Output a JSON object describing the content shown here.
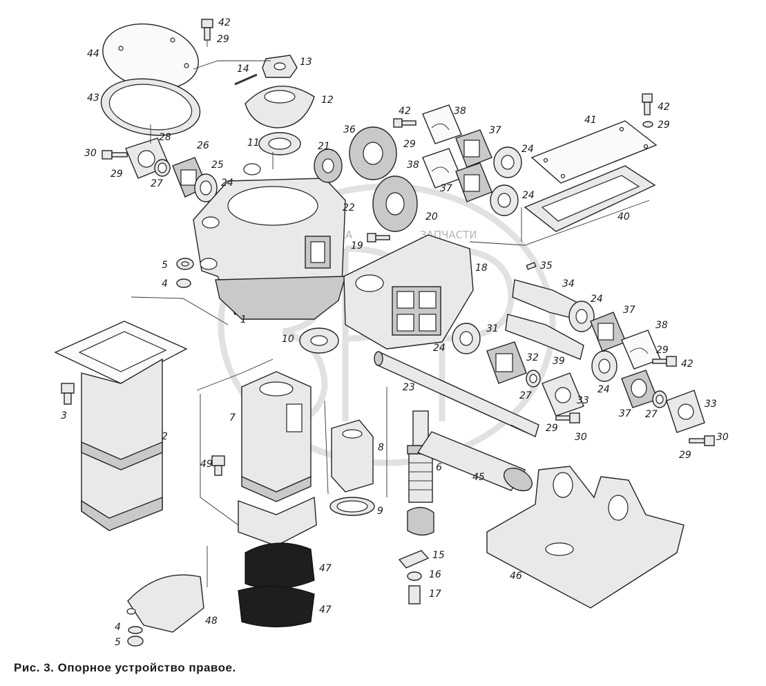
{
  "caption": "Рис. 3. Опорное устройство правое.",
  "watermark": {
    "left": "ИКА",
    "right": "ЗАПЧАСТИ"
  },
  "callouts": [
    "42",
    "29",
    "44",
    "43",
    "14",
    "13",
    "12",
    "11",
    "28",
    "30",
    "29",
    "27",
    "26",
    "25",
    "24",
    "36",
    "21",
    "22",
    "42",
    "29",
    "38",
    "38",
    "37",
    "37",
    "24",
    "24",
    "41",
    "42",
    "29",
    "40",
    "20",
    "19",
    "5",
    "4",
    "18",
    "35",
    "34",
    "24",
    "37",
    "38",
    "29",
    "42",
    "10",
    "1",
    "31",
    "24",
    "32",
    "39",
    "24",
    "23",
    "2",
    "3",
    "7",
    "27",
    "33",
    "37",
    "27",
    "33",
    "29",
    "30",
    "29",
    "30",
    "49",
    "8",
    "6",
    "45",
    "9",
    "46",
    "15",
    "16",
    "17",
    "47",
    "47",
    "48",
    "4",
    "5"
  ]
}
